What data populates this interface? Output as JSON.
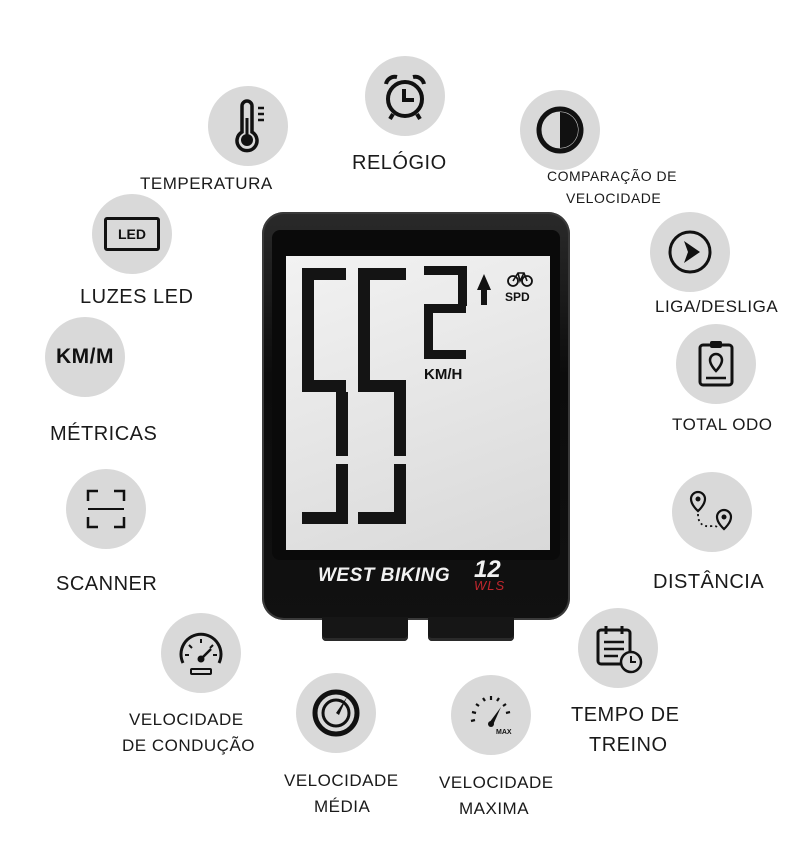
{
  "device": {
    "brand": "WEST BIKING",
    "model": "12",
    "model_sub": "WLS",
    "units": "KM/H",
    "mode": "SPD"
  },
  "features": {
    "clock": "RELÓGIO",
    "temperature": "TEMPERATURA",
    "speed_compare_line1": "COMPARAÇÃO DE",
    "speed_compare_line2": "VELOCIDADE",
    "led": "LUZES LED",
    "led_icon_text": "LED",
    "on_off": "LIGA/DESLIGA",
    "metrics_icon_text": "KM/M",
    "metrics": "MÉTRICAS",
    "total_odo": "TOTAL ODO",
    "scanner": "SCANNER",
    "distance": "DISTÂNCIA",
    "riding_speed_line1": "VELOCIDADE",
    "riding_speed_line2": "DE CONDUÇÃO",
    "training_time_line1": "TEMPO DE",
    "training_time_line2": "TREINO",
    "avg_speed_line1": "VELOCIDADE",
    "avg_speed_line2": "MÉDIA",
    "max_speed_line1": "VELOCIDADE",
    "max_speed_line2": "MAXIMA",
    "max_icon_text": "MAX"
  },
  "icons": [
    "alarm-clock-icon",
    "thermometer-icon",
    "half-circle-icon",
    "led-icon",
    "play-arrow-icon",
    "metrics-icon",
    "clipboard-location-icon",
    "scanner-icon",
    "route-pin-icon",
    "speedometer-icon",
    "calendar-clock-icon",
    "average-gauge-icon",
    "max-gauge-icon"
  ]
}
